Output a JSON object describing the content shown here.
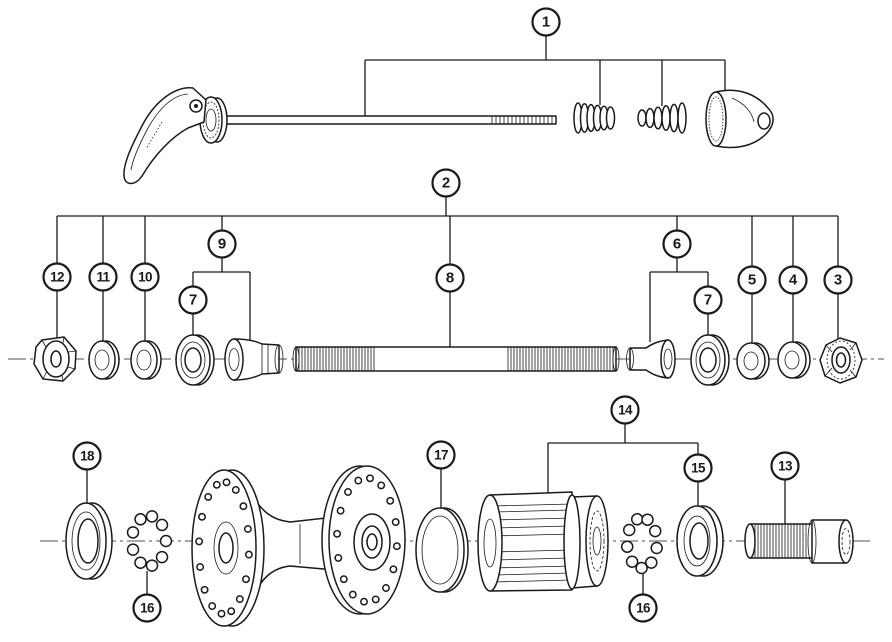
{
  "colors": {
    "ink": "#1a1a1a",
    "paper": "#ffffff"
  },
  "row1": {
    "callouts": [
      "1"
    ]
  },
  "row2": {
    "callouts": [
      "2",
      "12",
      "11",
      "10",
      "9",
      "7",
      "8",
      "6",
      "7",
      "5",
      "4",
      "3"
    ]
  },
  "row3": {
    "callouts": [
      "18",
      "16",
      "17",
      "14",
      "15",
      "13",
      "16"
    ]
  }
}
